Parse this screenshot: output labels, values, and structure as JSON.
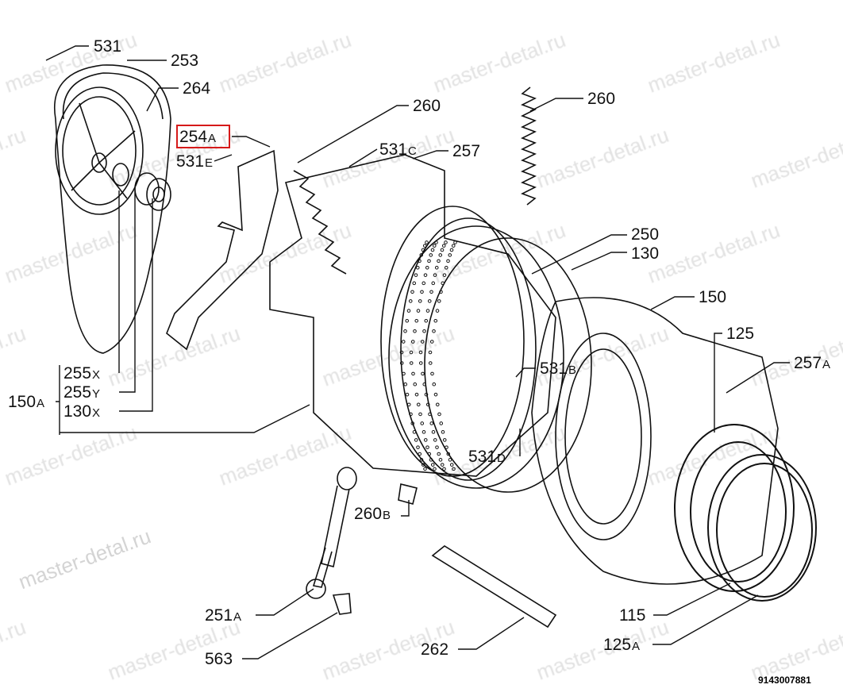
{
  "watermark": "master-detal.ru",
  "diagram_code": "9143007881",
  "highlight_color": "#d61a1a",
  "labels": [
    {
      "id": "531-top",
      "num": "531",
      "suf": ""
    },
    {
      "id": "253",
      "num": "253",
      "suf": ""
    },
    {
      "id": "264",
      "num": "264",
      "suf": ""
    },
    {
      "id": "254a",
      "num": "254",
      "suf": "A"
    },
    {
      "id": "531e",
      "num": "531",
      "suf": "E"
    },
    {
      "id": "260-left",
      "num": "260",
      "suf": ""
    },
    {
      "id": "531c",
      "num": "531",
      "suf": "C"
    },
    {
      "id": "257",
      "num": "257",
      "suf": ""
    },
    {
      "id": "260-right",
      "num": "260",
      "suf": ""
    },
    {
      "id": "250",
      "num": "250",
      "suf": ""
    },
    {
      "id": "130",
      "num": "130",
      "suf": ""
    },
    {
      "id": "150",
      "num": "150",
      "suf": ""
    },
    {
      "id": "125",
      "num": "125",
      "suf": ""
    },
    {
      "id": "257a",
      "num": "257",
      "suf": "A"
    },
    {
      "id": "531b",
      "num": "531",
      "suf": "B"
    },
    {
      "id": "255x",
      "num": "255",
      "suf": "X"
    },
    {
      "id": "255y",
      "num": "255",
      "suf": "Y"
    },
    {
      "id": "130x",
      "num": "130",
      "suf": "X"
    },
    {
      "id": "150a",
      "num": "150",
      "suf": "A"
    },
    {
      "id": "531d",
      "num": "531",
      "suf": "D"
    },
    {
      "id": "260b",
      "num": "260",
      "suf": "B"
    },
    {
      "id": "251a",
      "num": "251",
      "suf": "A"
    },
    {
      "id": "563",
      "num": "563",
      "suf": ""
    },
    {
      "id": "262",
      "num": "262",
      "suf": ""
    },
    {
      "id": "115",
      "num": "115",
      "suf": ""
    },
    {
      "id": "125a",
      "num": "125",
      "suf": "A"
    }
  ]
}
